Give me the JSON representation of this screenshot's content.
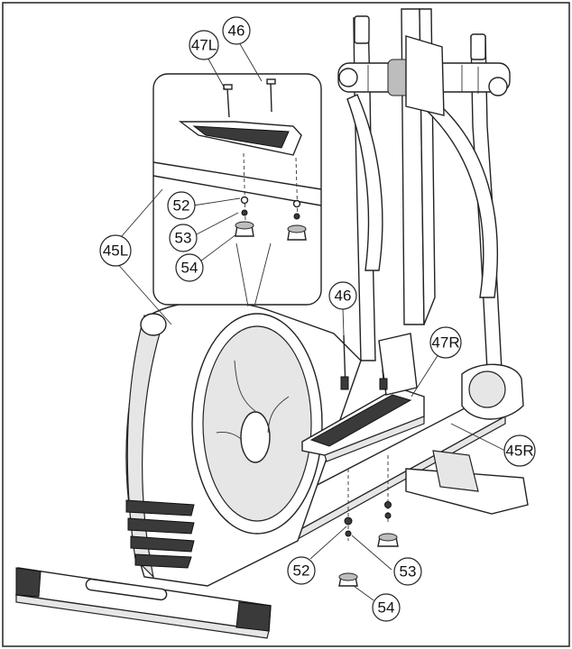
{
  "callouts": [
    {
      "id": "46-top",
      "text": "46"
    },
    {
      "id": "47L",
      "text": "47L"
    },
    {
      "id": "52-top",
      "text": "52"
    },
    {
      "id": "53-top",
      "text": "53"
    },
    {
      "id": "54-top",
      "text": "54"
    },
    {
      "id": "45L",
      "text": "45L"
    },
    {
      "id": "46-mid",
      "text": "46"
    },
    {
      "id": "47R",
      "text": "47R"
    },
    {
      "id": "45R",
      "text": "45R"
    },
    {
      "id": "52-bot",
      "text": "52"
    },
    {
      "id": "53-bot",
      "text": "53"
    },
    {
      "id": "54-bot",
      "text": "54"
    }
  ]
}
